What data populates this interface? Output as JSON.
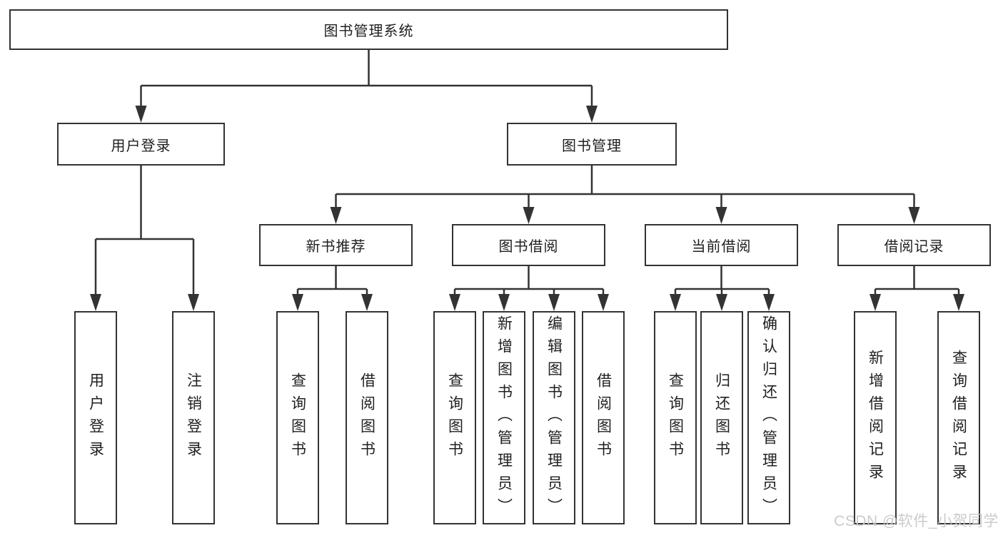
{
  "diagram": {
    "title": "图书管理系统",
    "branches": [
      {
        "label": "用户登录",
        "children": [
          "用户登录",
          "注销登录"
        ]
      },
      {
        "label": "图书管理",
        "children": [
          {
            "label": "新书推荐",
            "children": [
              "查询图书",
              "借阅图书"
            ]
          },
          {
            "label": "图书借阅",
            "children": [
              "查询图书",
              "新增图书（管理员）",
              "编辑图书（管理员）",
              "借阅图书"
            ]
          },
          {
            "label": "当前借阅",
            "children": [
              "查询图书",
              "归还图书",
              "确认归还（管理员）"
            ]
          },
          {
            "label": "借阅记录",
            "children": [
              "新增借阅记录",
              "查询借阅记录"
            ]
          }
        ]
      }
    ]
  },
  "watermark": {
    "text": "CSDN @软件_小贺同学"
  },
  "colors": {
    "line": "#333333",
    "box_border": "#333333",
    "text": "#1f1f1f",
    "watermark": "#c9c9c9",
    "background": "#ffffff"
  }
}
